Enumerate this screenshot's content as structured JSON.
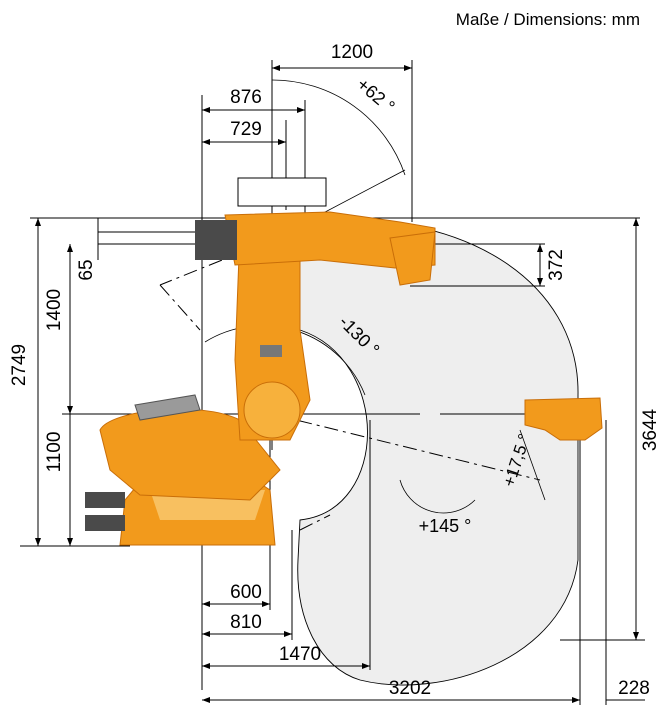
{
  "header": {
    "title": "Maße / Dimensions: mm"
  },
  "dimensions": {
    "d1200": "1200",
    "d876": "876",
    "d729": "729",
    "d65": "65",
    "d1400": "1400",
    "d2749": "2749",
    "d1100": "1100",
    "d372": "372",
    "d3644": "3644",
    "d600": "600",
    "d810": "810",
    "d1470": "1470",
    "d3202": "3202",
    "d228": "228"
  },
  "angles": {
    "a62": "+62 °",
    "a130": "-130 °",
    "a17": "+17,5 °",
    "a145": "+145 °"
  },
  "colors": {
    "robot": "#f29a1c",
    "robot_dark": "#c96e08",
    "robot_light": "#f8c060",
    "envelope": "#eeeeee",
    "motor": "#4a4a4a"
  }
}
